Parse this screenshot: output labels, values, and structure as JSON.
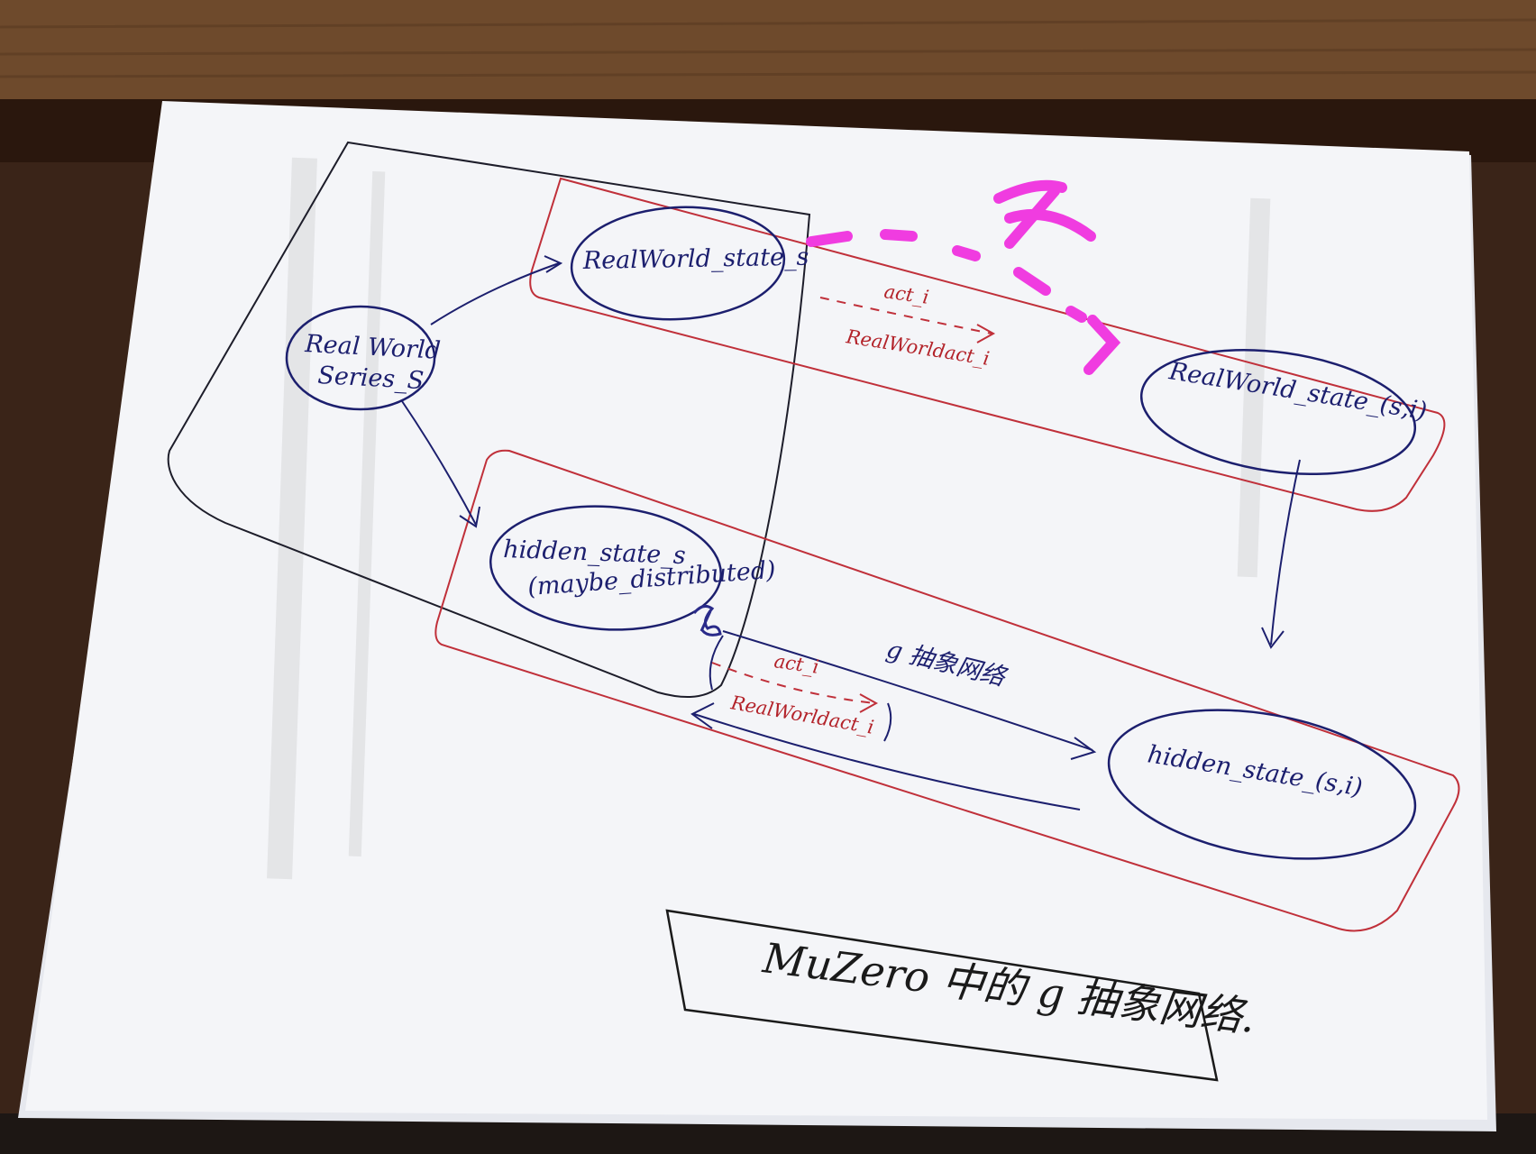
{
  "diagram": {
    "nodes": {
      "series": {
        "line1": "Real World",
        "line2": "Series_S"
      },
      "rw_state_s": {
        "label": "RealWorld_state_s"
      },
      "rw_state_si": {
        "label": "RealWorld_state_(s,i)"
      },
      "hidden_state_s": {
        "line1": "hidden_state_s",
        "line2": "(maybe_distributed)"
      },
      "hidden_state_si": {
        "label": "hidden_state_(s,i)"
      }
    },
    "edges": {
      "top_action": {
        "line1": "act_i",
        "line2": "RealWorldact_i"
      },
      "bottom_action": {
        "line1": "act_i",
        "line2": "RealWorldact_i"
      },
      "g_network": {
        "label": "g 抽象网络"
      }
    },
    "title": "MuZero 中的 g 抽象网络."
  },
  "colors": {
    "ink_blue": "#1c1f6e",
    "ink_red": "#c0303a",
    "highlight_magenta": "#f03ce0",
    "paper": "#f4f5f8",
    "wood": "#6e4a2c"
  }
}
